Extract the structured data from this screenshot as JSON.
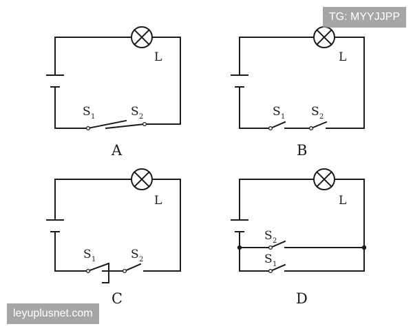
{
  "watermarks": {
    "top_right": "TG: MYYJJPP",
    "bottom_left": "leyuplusnet.com"
  },
  "circuits": [
    {
      "caption": "A",
      "lamp_label": "L",
      "switch1": "S",
      "switch1_sub": "1",
      "switch2": "S",
      "switch2_sub": "2"
    },
    {
      "caption": "B",
      "lamp_label": "L",
      "switch1": "S",
      "switch1_sub": "1",
      "switch2": "S",
      "switch2_sub": "2"
    },
    {
      "caption": "C",
      "lamp_label": "L",
      "switch1": "S",
      "switch1_sub": "1",
      "switch2": "S",
      "switch2_sub": "2"
    },
    {
      "caption": "D",
      "lamp_label": "L",
      "switch1": "S",
      "switch1_sub": "1",
      "switch2": "S",
      "switch2_sub": "2"
    }
  ]
}
